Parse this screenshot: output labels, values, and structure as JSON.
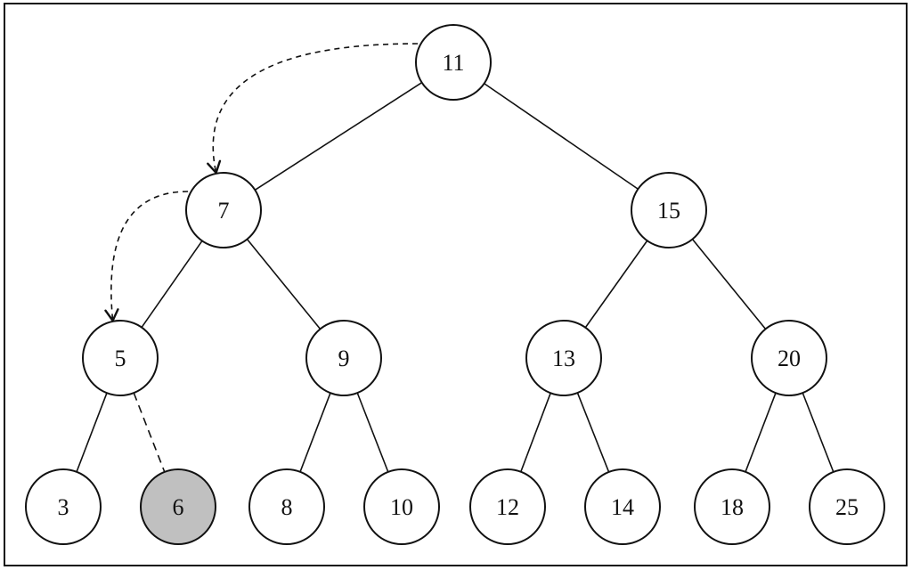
{
  "tree": {
    "nodes": [
      {
        "id": "n11",
        "label": "11",
        "highlight": false
      },
      {
        "id": "n7",
        "label": "7",
        "highlight": false
      },
      {
        "id": "n15",
        "label": "15",
        "highlight": false
      },
      {
        "id": "n5",
        "label": "5",
        "highlight": false
      },
      {
        "id": "n9",
        "label": "9",
        "highlight": false
      },
      {
        "id": "n13",
        "label": "13",
        "highlight": false
      },
      {
        "id": "n20",
        "label": "20",
        "highlight": false
      },
      {
        "id": "n3",
        "label": "3",
        "highlight": false
      },
      {
        "id": "n6",
        "label": "6",
        "highlight": true
      },
      {
        "id": "n8",
        "label": "8",
        "highlight": false
      },
      {
        "id": "n10",
        "label": "10",
        "highlight": false
      },
      {
        "id": "n12",
        "label": "12",
        "highlight": false
      },
      {
        "id": "n14",
        "label": "14",
        "highlight": false
      },
      {
        "id": "n18",
        "label": "18",
        "highlight": false
      },
      {
        "id": "n25",
        "label": "25",
        "highlight": false
      }
    ],
    "edges": [
      {
        "from": "n11",
        "to": "n7",
        "style": "solid"
      },
      {
        "from": "n11",
        "to": "n15",
        "style": "solid"
      },
      {
        "from": "n7",
        "to": "n5",
        "style": "solid"
      },
      {
        "from": "n7",
        "to": "n9",
        "style": "solid"
      },
      {
        "from": "n15",
        "to": "n13",
        "style": "solid"
      },
      {
        "from": "n15",
        "to": "n20",
        "style": "solid"
      },
      {
        "from": "n5",
        "to": "n3",
        "style": "solid"
      },
      {
        "from": "n5",
        "to": "n6",
        "style": "dashed"
      },
      {
        "from": "n9",
        "to": "n8",
        "style": "solid"
      },
      {
        "from": "n9",
        "to": "n10",
        "style": "solid"
      },
      {
        "from": "n13",
        "to": "n12",
        "style": "solid"
      },
      {
        "from": "n13",
        "to": "n14",
        "style": "solid"
      },
      {
        "from": "n20",
        "to": "n18",
        "style": "solid"
      },
      {
        "from": "n20",
        "to": "n25",
        "style": "solid"
      }
    ],
    "search_path": [
      {
        "from": "n11",
        "to": "n7"
      },
      {
        "from": "n7",
        "to": "n5"
      }
    ],
    "colors": {
      "stroke": "#111111",
      "node_fill": "#ffffff",
      "highlight_fill": "#c0c0c0"
    }
  }
}
